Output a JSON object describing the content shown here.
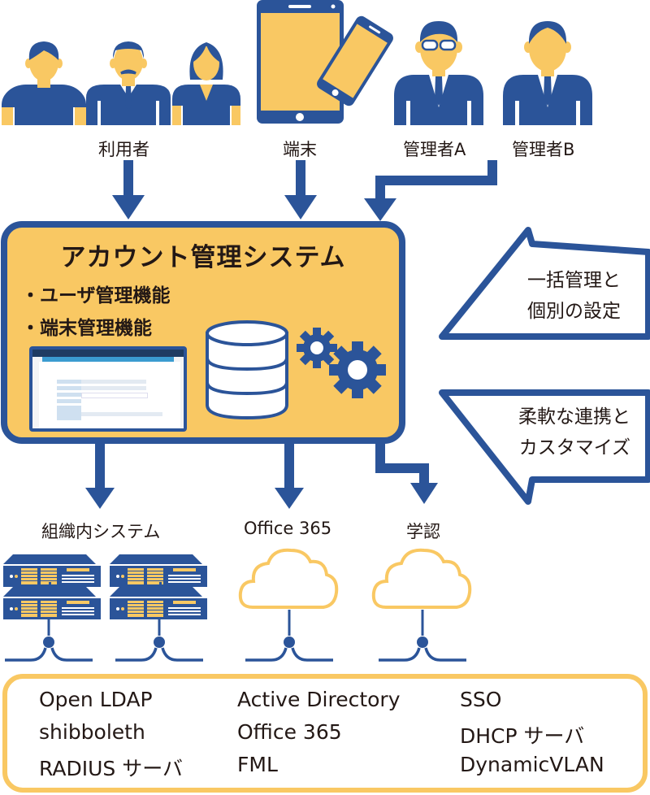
{
  "colors": {
    "blue": "#2b5499",
    "yellow": "#f9c863",
    "skin": "#f9c863",
    "text": "#231815",
    "white": "#ffffff"
  },
  "top_actors": {
    "users_label": "利用者",
    "devices_label": "端末",
    "admin_a_label": "管理者A",
    "admin_b_label": "管理者B"
  },
  "system": {
    "title": "アカウント管理システム",
    "features": [
      "・ユーザ管理機能",
      "・端末管理機能"
    ],
    "icons": [
      "admin-screenshot",
      "database-icon",
      "gears-icon"
    ]
  },
  "callouts": [
    {
      "line1": "一括管理と",
      "line2": "個別の設定"
    },
    {
      "line1": "柔軟な連携と",
      "line2": "カスタマイズ"
    }
  ],
  "targets": {
    "internal_label": "組織内システム",
    "office_label": "Office 365",
    "gakunin_label": "学認"
  },
  "integrations": {
    "col1": [
      "Open LDAP",
      "shibboleth",
      "RADIUS サーバ"
    ],
    "col2": [
      "Active Directory",
      "Office 365",
      "FML"
    ],
    "col3": [
      "SSO",
      "DHCP サーバ",
      "DynamicVLAN"
    ]
  }
}
